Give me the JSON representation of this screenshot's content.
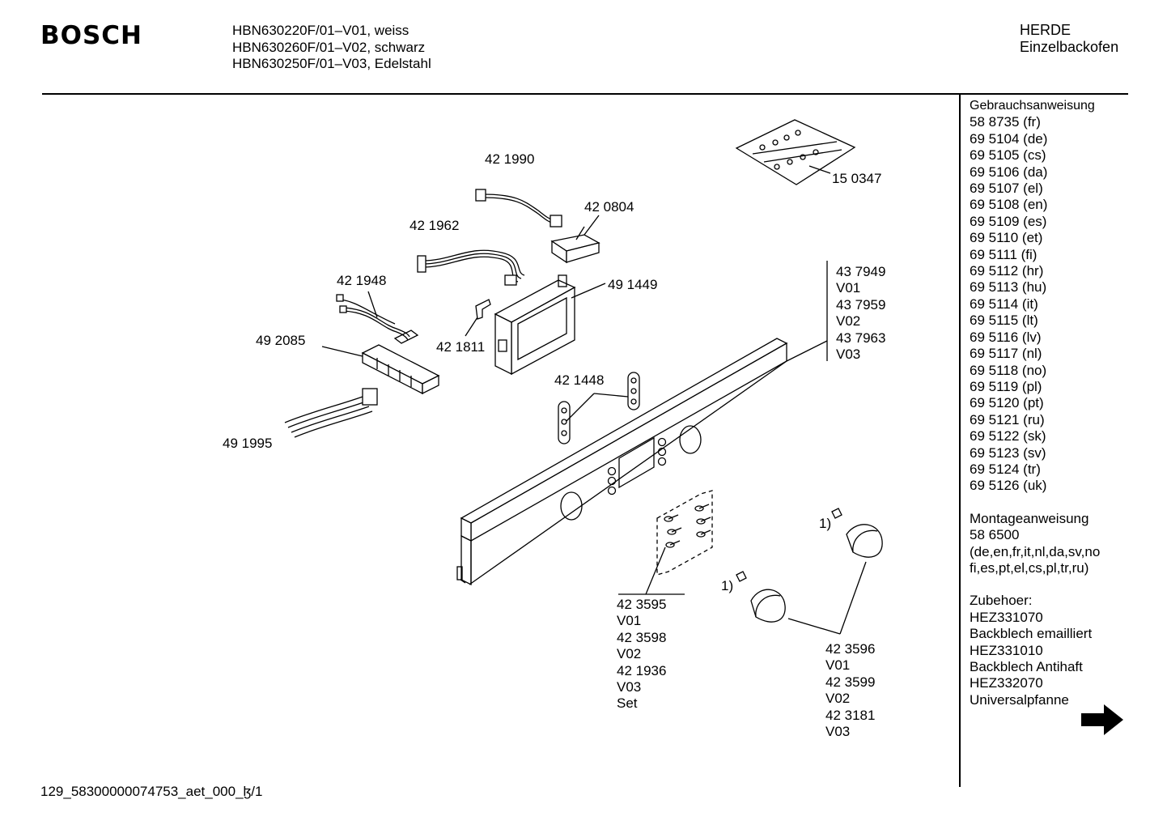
{
  "header": {
    "brand": "BOSCH",
    "models": [
      "HBN630220F/01–V01, weiss",
      "HBN630260F/01–V02, schwarz",
      "HBN630250F/01–V03, Edelstahl"
    ],
    "category": [
      "HERDE",
      "Einzelbackofen"
    ]
  },
  "sidebar": {
    "manual_title": "Gebrauchsanweisung",
    "manuals": [
      "58 8735 (fr)",
      "69 5104 (de)",
      "69 5105 (cs)",
      "69 5106 (da)",
      "69 5107 (el)",
      "69 5108 (en)",
      "69 5109 (es)",
      "69 5110 (et)",
      "69 5111 (fi)",
      "69 5112 (hr)",
      "69 5113 (hu)",
      "69 5114 (it)",
      "69 5115 (lt)",
      "69 5116 (lv)",
      "69 5117 (nl)",
      "69 5118 (no)",
      "69 5119 (pl)",
      "69 5120 (pt)",
      "69 5121 (ru)",
      "69 5122 (sk)",
      "69 5123 (sv)",
      "69 5124 (tr)",
      "69 5126 (uk)"
    ],
    "install_title": "Montageanweisung",
    "install_lines": [
      "58 6500",
      "(de,en,fr,it,nl,da,sv,no",
      "fi,es,pt,el,cs,pl,tr,ru)"
    ],
    "accessories_title": "Zubehoer:",
    "accessories": [
      "HEZ331070",
      "Backblech emailliert",
      "HEZ331010",
      "Backblech Antihaft",
      "HEZ332070",
      "Universalpfanne"
    ],
    "next_page_icon": "right-arrow-icon"
  },
  "parts": {
    "p421990": "42 1990",
    "p420804": "42 0804",
    "p421962": "42 1962",
    "p150347": "15 0347",
    "p421948": "42 1948",
    "p491449": "49 1449",
    "p492085": "49 2085",
    "p421811": "42 1811",
    "p421448": "42 1448",
    "p491995": "49 1995",
    "panel_group": [
      "43 7949",
      "V01",
      "43 7959",
      "V02",
      "43 7963",
      "V03"
    ],
    "screw_group": [
      "42 3595",
      "V01",
      "42 3598",
      "V02",
      "42  1936",
      "V03",
      "Set"
    ],
    "knob_group": [
      "42 3596",
      "V01",
      "42 3599",
      "V02",
      "42 3181",
      "V03"
    ],
    "note_a": "1)",
    "note_b": "1)"
  },
  "footer": {
    "code": "129_58300000074753_aet_000_ɮ/1"
  }
}
